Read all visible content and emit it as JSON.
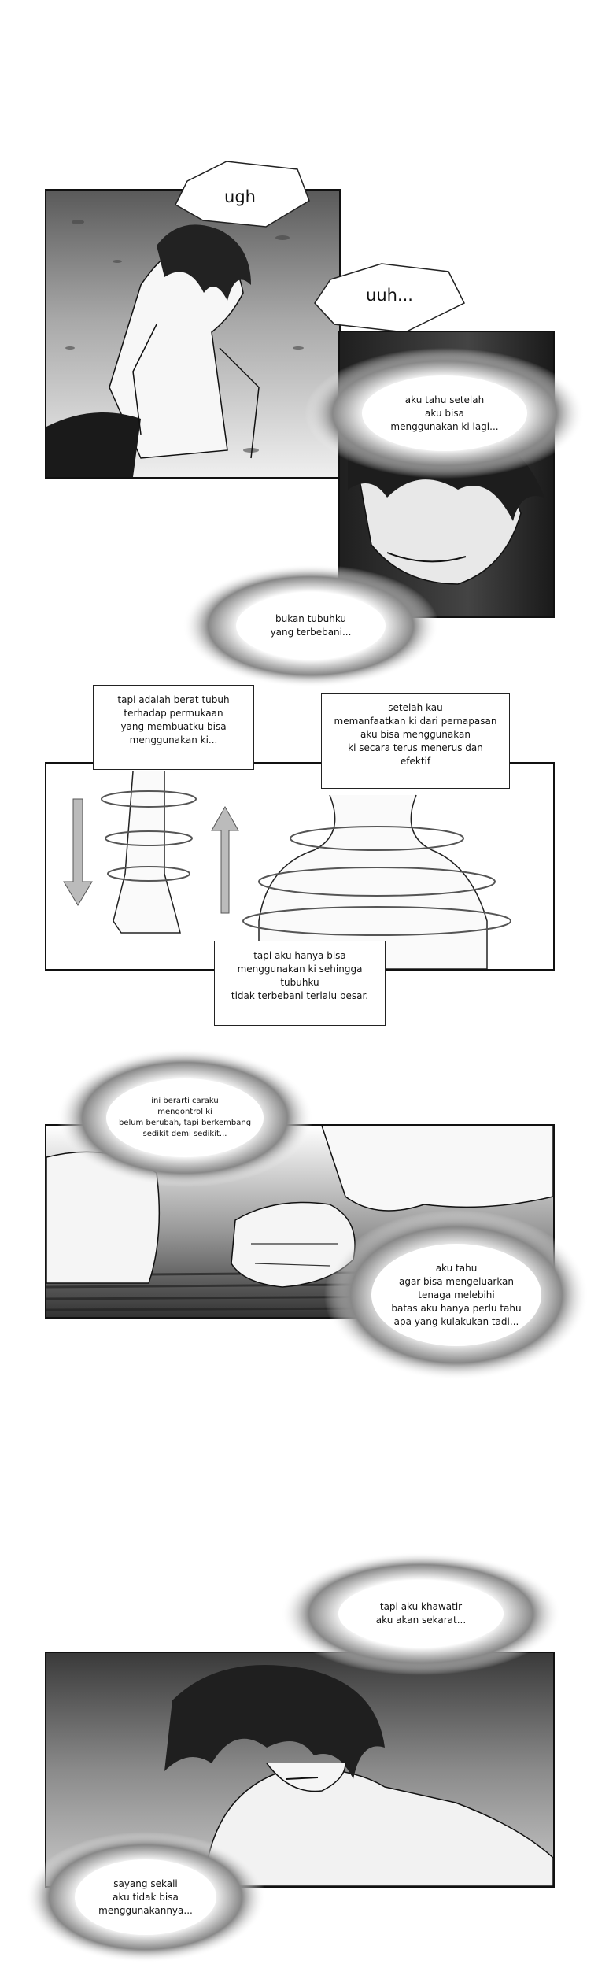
{
  "panel1": {
    "bubble_ugh": "ugh",
    "bubble_uuh": "uuh..."
  },
  "panel2": {
    "burst_knew": "aku tahu setelah\naku bisa\nmenggunakan ki lagi...",
    "burst_body": "bukan tubuhku\nyang terbebani..."
  },
  "panel3": {
    "box_weight": "tapi adalah berat tubuh\nterhadap permukaan\nyang membuatku bisa\nmenggunakan ki...",
    "box_breath": "setelah kau\nmemanfaatkan ki dari pernapasan\naku bisa menggunakan\nki secara terus menerus dan\nefektif",
    "box_only": "tapi aku hanya bisa\nmenggunakan ki sehingga\ntubuhku\ntidak terbebani terlalu besar."
  },
  "panel4": {
    "burst_control": "ini berarti caraku\nmengontrol ki\nbelum berubah, tapi berkembang\nsedikit demi sedikit...",
    "burst_limit": "aku tahu\nagar bisa mengeluarkan\ntenaga melebihi\nbatas aku hanya perlu tahu\napa yang kulakukan tadi..."
  },
  "panel5": {
    "burst_worry": "tapi aku khawatir\naku akan sekarat...",
    "burst_pity": "sayang sekali\naku tidak bisa\nmenggunakannya..."
  }
}
